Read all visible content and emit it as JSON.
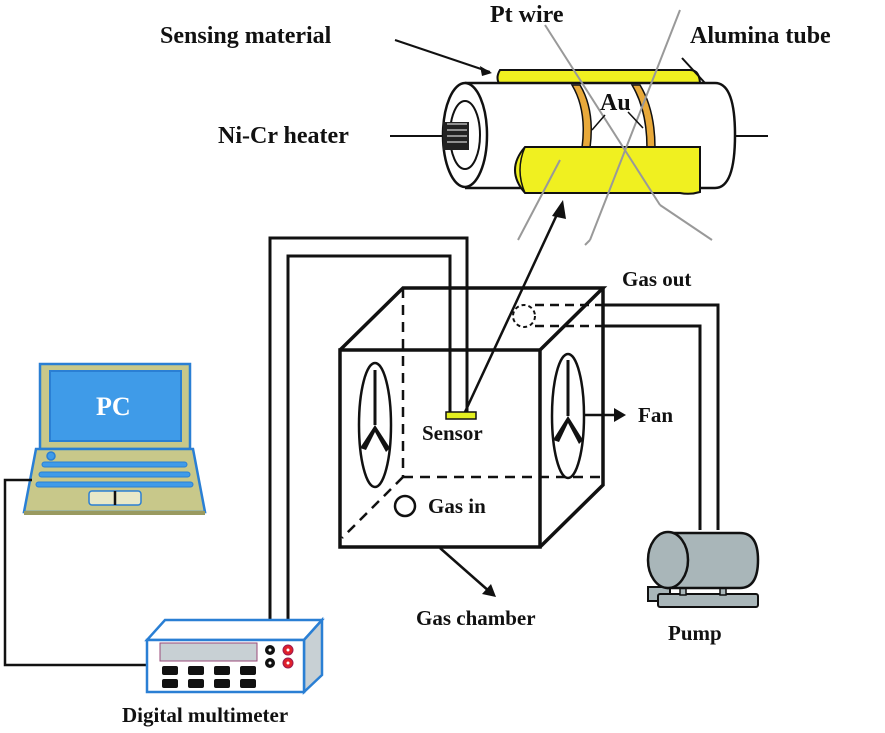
{
  "figure": {
    "title": "Gas sensing measurement setup"
  },
  "labels": {
    "sensing_material": "Sensing material",
    "pt_wire": "Pt wire",
    "alumina_tube": "Alumina tube",
    "ni_cr_heater": "Ni-Cr heater",
    "au": "Au",
    "gas_out": "Gas out",
    "sensor": "Sensor",
    "fan": "Fan",
    "gas_in": "Gas in",
    "gas_chamber": "Gas chamber",
    "pump": "Pump",
    "pc": "PC",
    "digital_multimeter": "Digital multimeter"
  },
  "colors": {
    "sensing_material": "#f0f020",
    "au_electrode": "#e8a93a",
    "pc_screen": "#3f9be8",
    "pc_body": "#c8c88a",
    "pc_outline": "#2a7fd4",
    "multimeter_outline": "#2a7fd4",
    "multimeter_display": "#c8d0d4",
    "multimeter_side": "#c8d0d4",
    "terminal_red": "#e0202a",
    "pump_body": "#a9b6b9",
    "sensor_chip": "#e4f020",
    "pt_wire": "#999999"
  }
}
